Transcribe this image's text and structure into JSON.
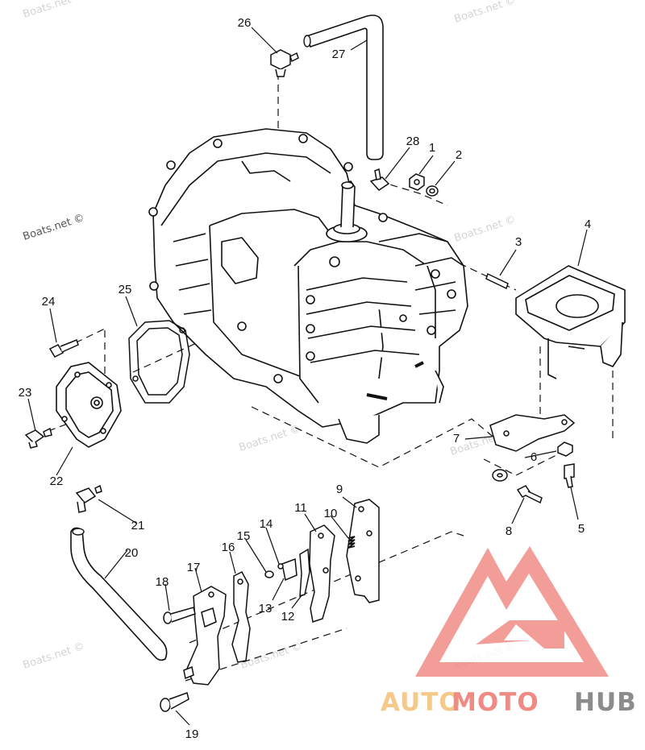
{
  "watermark_text": "Boats.net ©",
  "parts": [
    {
      "label": "1"
    },
    {
      "label": "2"
    },
    {
      "label": "3"
    },
    {
      "label": "4"
    },
    {
      "label": "5"
    },
    {
      "label": "6"
    },
    {
      "label": "7"
    },
    {
      "label": "8"
    },
    {
      "label": "9"
    },
    {
      "label": "10"
    },
    {
      "label": "11"
    },
    {
      "label": "12"
    },
    {
      "label": "13"
    },
    {
      "label": "14"
    },
    {
      "label": "15"
    },
    {
      "label": "16"
    },
    {
      "label": "17"
    },
    {
      "label": "18"
    },
    {
      "label": "19"
    },
    {
      "label": "20"
    },
    {
      "label": "21"
    },
    {
      "label": "22"
    },
    {
      "label": "23"
    },
    {
      "label": "24"
    },
    {
      "label": "25"
    },
    {
      "label": "26"
    },
    {
      "label": "27"
    },
    {
      "label": "28"
    }
  ],
  "logo": {
    "word_auto": "AUTO",
    "word_moto": "MOTO",
    "word_hub": "HUB",
    "color_auto": "#f5c98a",
    "color_moto": "#f08a84",
    "color_hub": "#8c8c8c",
    "mark_color": "#f08c86"
  },
  "colors": {
    "line": "#111111",
    "background": "#ffffff"
  }
}
